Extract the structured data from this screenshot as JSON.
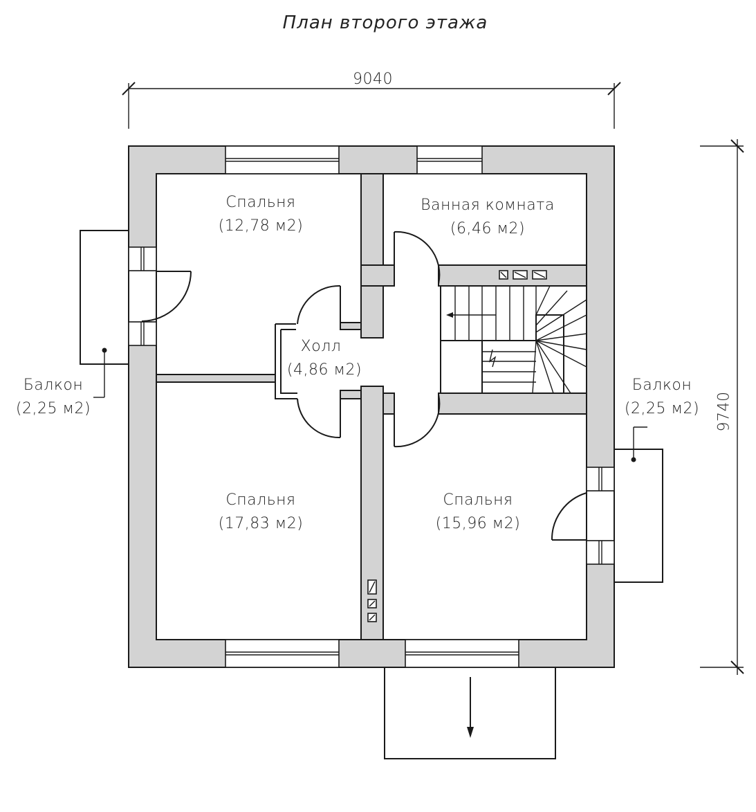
{
  "title": "План второго этажа",
  "dimensions": {
    "width": "9040",
    "height": "9740"
  },
  "rooms": {
    "bedroom_top": {
      "name": "Спальня",
      "area": "(12,78 м2)"
    },
    "bathroom": {
      "name": "Ванная комната",
      "area": "(6,46 м2)"
    },
    "hall": {
      "name": "Холл",
      "area": "(4,86 м2)"
    },
    "bedroom_bottom_left": {
      "name": "Спальня",
      "area": "(17,83 м2)"
    },
    "bedroom_bottom_right": {
      "name": "Спальня",
      "area": "(15,96 м2)"
    }
  },
  "balconies": {
    "left": {
      "name": "Балкон",
      "area": "(2,25 м2)"
    },
    "right": {
      "name": "Балкон",
      "area": "(2,25 м2)"
    }
  },
  "colors": {
    "wall_fill": "#d3d3d3",
    "line": "#1a1a1a",
    "background": "#ffffff"
  }
}
